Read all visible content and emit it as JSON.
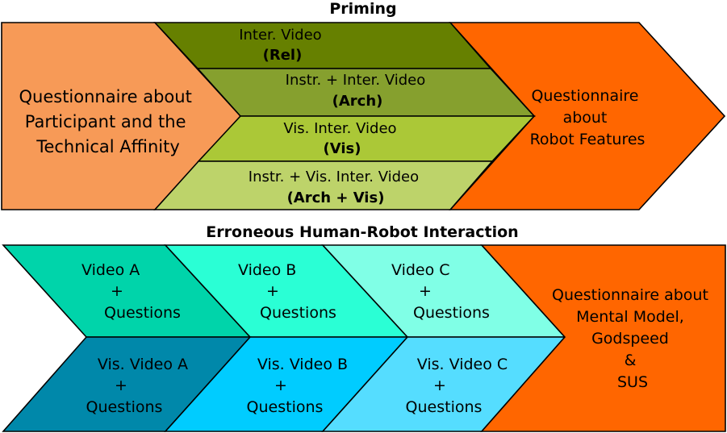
{
  "priming": {
    "title": "Priming",
    "left_box": [
      "Questionnaire about",
      "Participant and the",
      "Technical Affinity"
    ],
    "videos": [
      {
        "line1": "Inter. Video",
        "line2": "(Rel)"
      },
      {
        "line1": "Instr. + Inter. Video",
        "line2": "(Arch)"
      },
      {
        "line1": "Vis. Inter. Video",
        "line2": "(Vis)"
      },
      {
        "line1": "Instr. + Vis. Inter. Video",
        "line2": "(Arch + Vis)"
      }
    ],
    "right_box": [
      "Questionnaire",
      "about",
      "Robot Features"
    ]
  },
  "erroneous": {
    "title": "Erroneous Human-Robot Interaction",
    "top_row": [
      {
        "line1": "Video A",
        "line2": "+",
        "line3": "Questions"
      },
      {
        "line1": "Video B",
        "line2": "+",
        "line3": "Questions"
      },
      {
        "line1": "Video C",
        "line2": "+",
        "line3": "Questions"
      }
    ],
    "bottom_row": [
      {
        "line1": "Vis. Video A",
        "line2": "+",
        "line3": "Questions"
      },
      {
        "line1": "Vis. Video B",
        "line2": "+",
        "line3": "Questions"
      },
      {
        "line1": "Vis. Video C",
        "line2": "+",
        "line3": "Questions"
      }
    ],
    "right_box": [
      "Questionnaire about",
      "Mental Model,",
      "Godspeed",
      "&",
      "SUS"
    ]
  },
  "colors": {
    "left_box": "#f79a57",
    "orange": "#ff6600",
    "video_rel": "#668000",
    "video_arch": "#86a02e",
    "video_vis": "#abc837",
    "video_arch_vis": "#bdd36a",
    "video_a": "#00d4aa",
    "video_b": "#2affd5",
    "video_c": "#80ffe6",
    "vis_video_a": "#0088aa",
    "vis_video_b": "#00ccff",
    "vis_video_c": "#55ddff"
  }
}
